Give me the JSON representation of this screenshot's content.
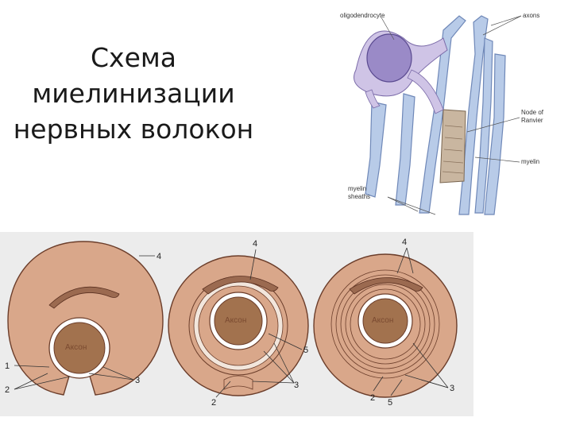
{
  "slide": {
    "title_lines": [
      "Схема",
      "миелинизации",
      "нервных волокон"
    ]
  },
  "nerve_figure": {
    "labels": {
      "oligodendrocyte": "oligodendrocyte",
      "axons": "axons",
      "node_of_ranvier_1": "Node of",
      "node_of_ranvier_2": "Ranvier",
      "myelin": "myelin",
      "myelin_sheaths_1": "myelin",
      "myelin_sheaths_2": "sheaths"
    }
  },
  "myelination_stages": {
    "axon_label": "Аксон",
    "stage1": {
      "n4": "4",
      "n1": "1",
      "n2": "2",
      "n3": "3"
    },
    "stage2": {
      "n4": "4",
      "n5": "5",
      "n3": "3",
      "n2": "2"
    },
    "stage3": {
      "n4": "4",
      "n3": "3",
      "n2": "2",
      "n5": "5"
    }
  },
  "colors": {
    "cell": "#d9a78a",
    "axon": "#a2724e",
    "fiber": "#b8cbe8",
    "oligo": "#9a8ac7"
  }
}
